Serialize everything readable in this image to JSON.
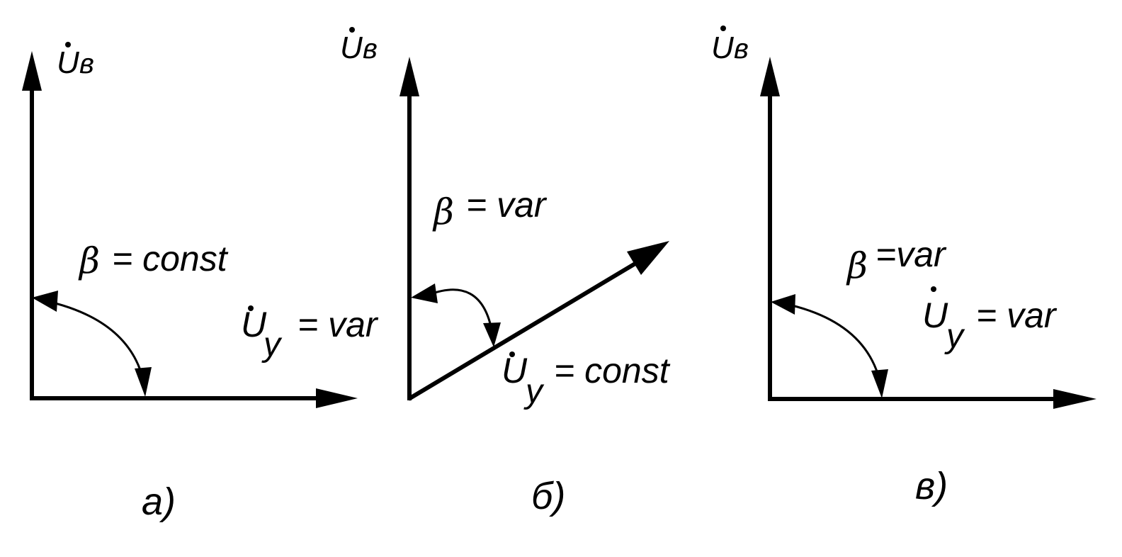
{
  "panels": [
    {
      "id": "a",
      "vertical_vector_label": "U",
      "vertical_vector_subscript": "в",
      "angle_label": "= const",
      "angle_symbol": "β",
      "horizontal_vector_label": "U",
      "horizontal_vector_subscript": "y",
      "horizontal_vector_value": "= var",
      "caption": "а)"
    },
    {
      "id": "b",
      "vertical_vector_label": "U",
      "vertical_vector_subscript": "в",
      "angle_label": "= var",
      "angle_symbol": "β",
      "horizontal_vector_label": "U",
      "horizontal_vector_subscript": "y",
      "horizontal_vector_value": "= const",
      "caption": "б)"
    },
    {
      "id": "c",
      "vertical_vector_label": "U",
      "vertical_vector_subscript": "в",
      "angle_label": "=var",
      "angle_symbol": "β",
      "horizontal_vector_label": "U",
      "horizontal_vector_subscript": "y",
      "horizontal_vector_value": "= var",
      "caption": "в)"
    }
  ]
}
